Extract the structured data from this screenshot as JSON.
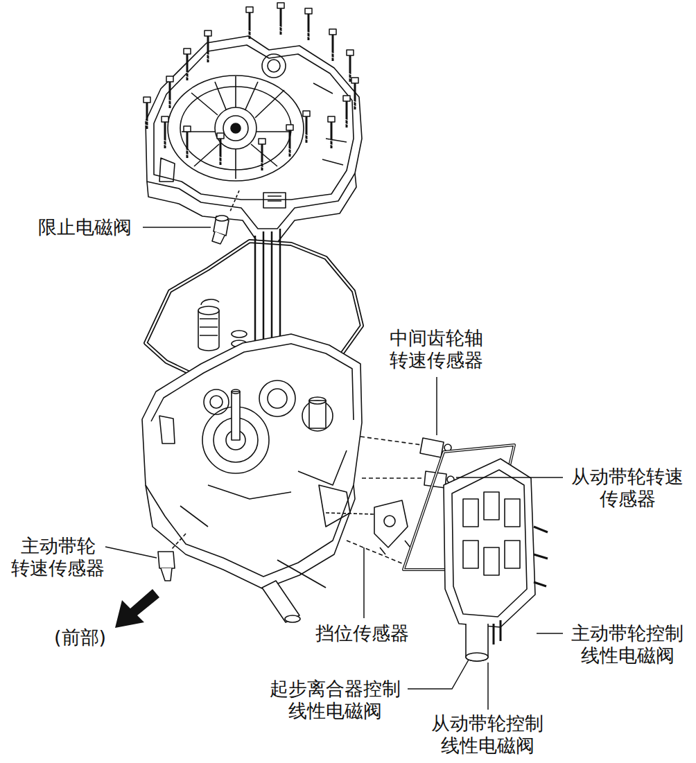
{
  "diagram": {
    "labels": [
      "限止电磁阀",
      "中间齿轮轴 转速传感器",
      "从动带轮转速 传感器",
      "主动带轮 转速传感器",
      "(前部)",
      "挡位传感器",
      "主动带轮控制 线性电磁阀",
      "起步离合器控制 线性电磁阀",
      "从动带轮控制 线性电磁阀"
    ]
  }
}
